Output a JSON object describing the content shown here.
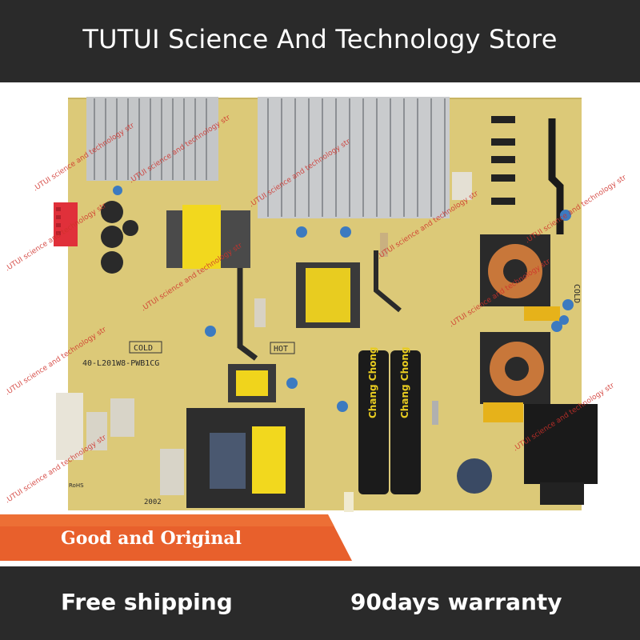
{
  "header": {
    "title": "TUTUI Science And Technology Store"
  },
  "board": {
    "silkscreen_model": "40-L201W8-PWB1CG",
    "label_cold": "COLD",
    "label_hot": "HOT",
    "label_cold_right": "COLD",
    "label_2002": "2002",
    "label_rohs": "RoHS",
    "capacitor_brand": "Chang Chong"
  },
  "watermark": {
    "text": ".UTUI science and technology str"
  },
  "banner": {
    "text": "Good and Original"
  },
  "footer": {
    "left": "Free shipping",
    "right": "90days warranty"
  },
  "colors": {
    "header_bg": "#2a2a2a",
    "banner_orange": "#e8602c",
    "board": "#dcc978",
    "watermark": "#d0302a"
  }
}
